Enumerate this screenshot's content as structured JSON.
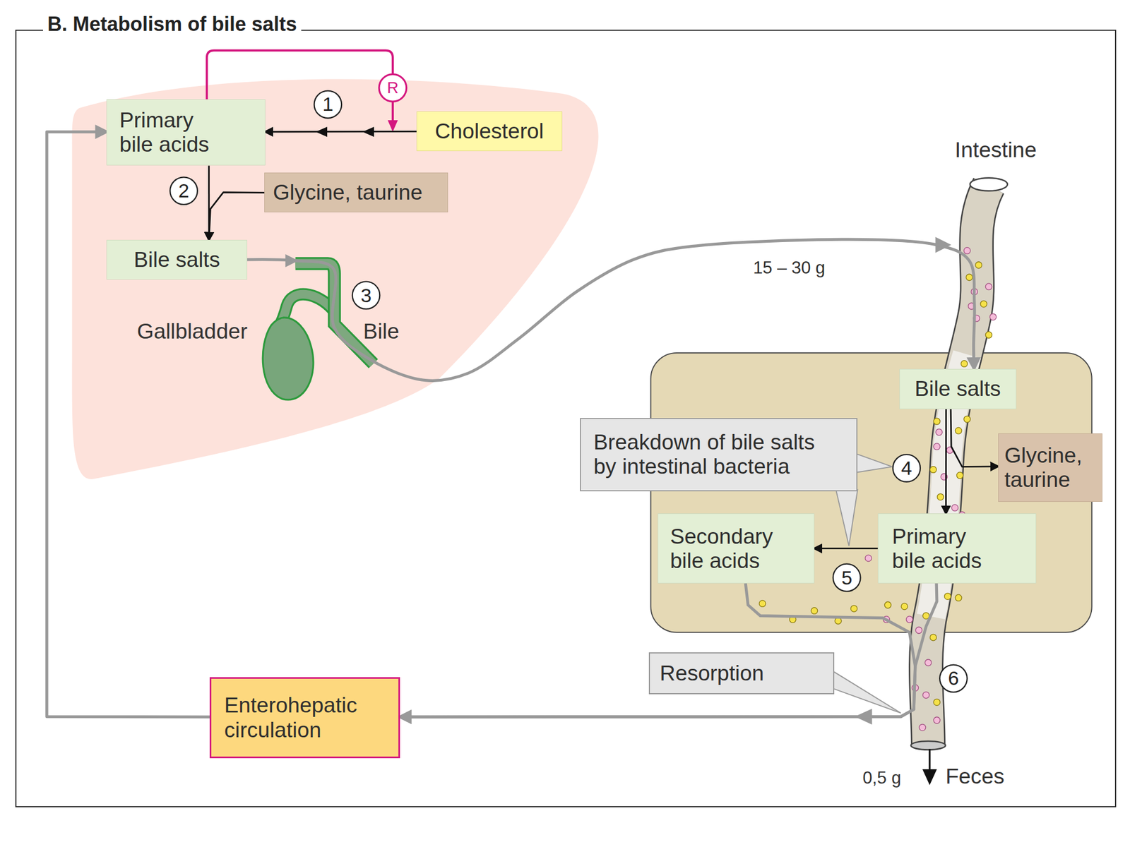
{
  "diagram": {
    "title": "B. Metabolism of bile salts",
    "nodes": [
      {
        "text": [
          "Primary bile acids"
        ]
      },
      {
        "text": [
          "Cholesterol"
        ]
      },
      {
        "text": [
          "Glycine, taurine"
        ]
      },
      {
        "text": [
          "Bile salts"
        ]
      },
      {
        "text": [
          "Bile salts"
        ]
      },
      {
        "text": [
          "Breakdown of bile salts by intestinal bacteria"
        ]
      },
      {
        "text": [
          "Glycine, taurine"
        ]
      },
      {
        "text": [
          "Secondary bile acids"
        ]
      },
      {
        "text": [
          "Primary bile acids"
        ]
      },
      {
        "text": [
          "Resorption"
        ]
      },
      {
        "text": [
          "Enterohepatic circulation"
        ]
      }
    ],
    "edges": [
      {
        "from": 1,
        "to": 0,
        "arrow": "to"
      },
      {
        "from": 0,
        "to": 3,
        "arrow": "to"
      },
      {
        "from": 2,
        "to": 3,
        "arrow": "to"
      },
      {
        "from": 3,
        "to": 4,
        "label": "15 – 30 g",
        "arrow": "to"
      },
      {
        "from": 4,
        "to": 6,
        "arrow": "to"
      },
      {
        "from": 4,
        "to": 8,
        "arrow": "to"
      },
      {
        "from": 8,
        "to": 7,
        "arrow": "to"
      },
      {
        "from": 7,
        "to": 10,
        "arrow": "to"
      },
      {
        "from": 8,
        "to": 10,
        "arrow": "to"
      },
      {
        "from": 10,
        "to": 0,
        "arrow": "to"
      }
    ],
    "labels": [
      "R",
      "1",
      "Intestine",
      "2",
      "3",
      "Gallbladder",
      "Bile",
      "4",
      "5",
      "6",
      "0,5 g",
      "Feces"
    ]
  }
}
